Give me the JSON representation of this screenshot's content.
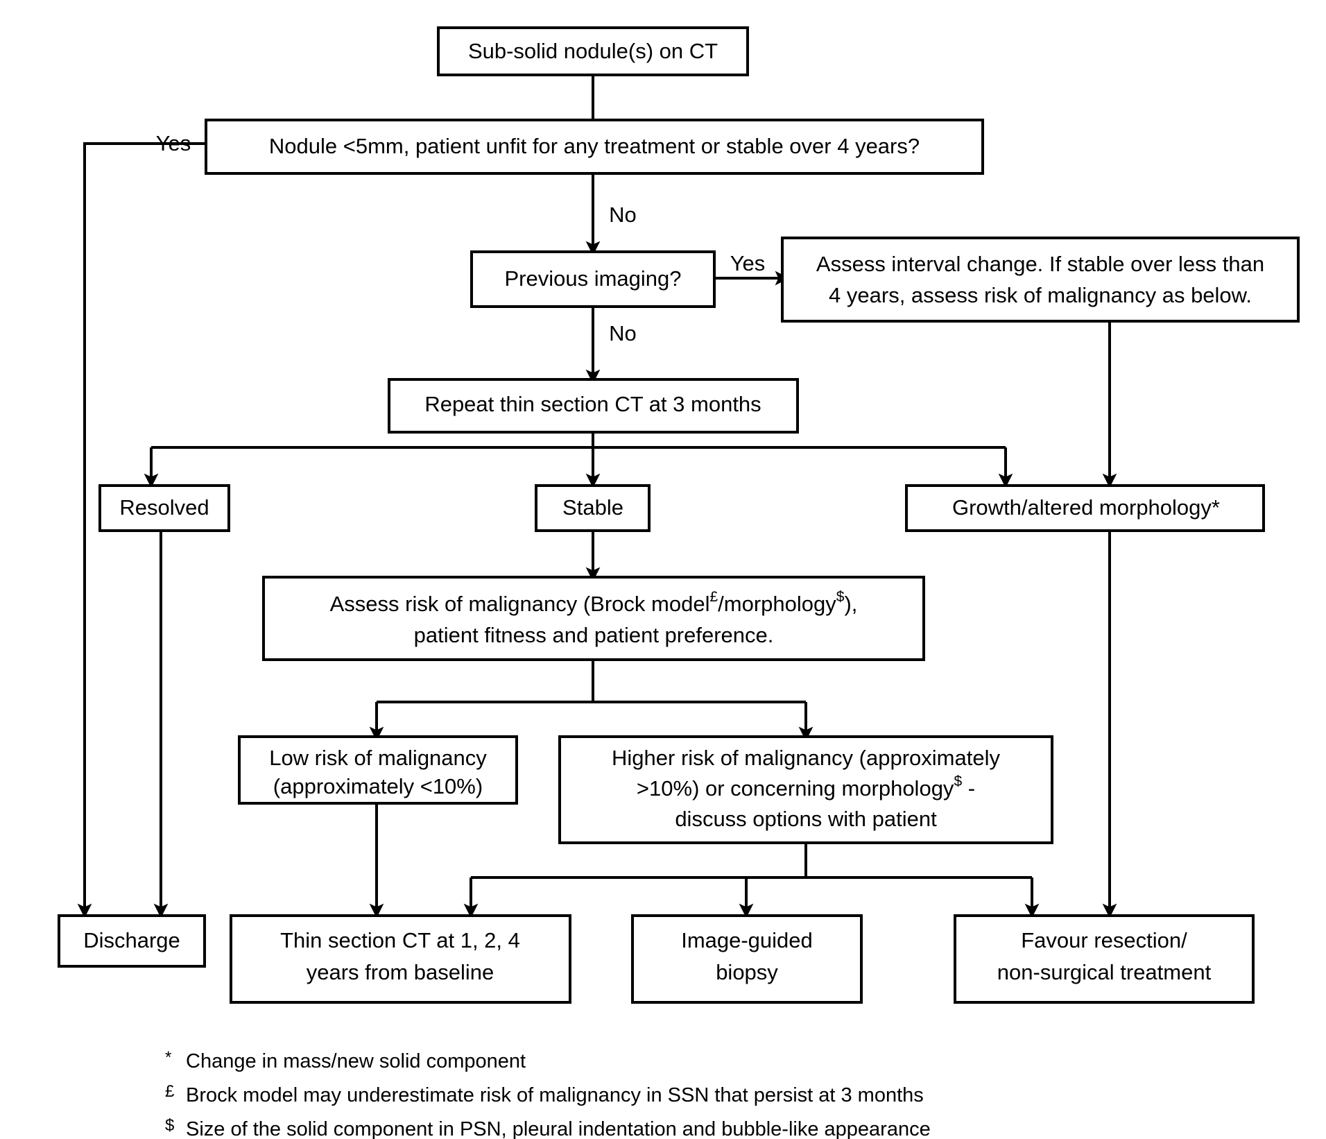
{
  "diagram": {
    "title": "Sub-solid nodule management flowchart",
    "accent_color": "#000000",
    "background_color": "#ffffff"
  },
  "nodes": {
    "start": {
      "label": "Sub-solid nodule(s) on CT"
    },
    "decision_unfit": {
      "label": "Nodule <5mm, patient unfit for any treatment or stable over 4 years?"
    },
    "decision_previous_imaging": {
      "label": "Previous imaging?"
    },
    "assess_interval": {
      "line1": "Assess interval change. If stable over less than",
      "line2": "4 years,  assess risk of malignancy as below."
    },
    "repeat_ct": {
      "label": "Repeat thin section CT at 3 months"
    },
    "resolved": {
      "label": "Resolved"
    },
    "stable": {
      "label": "Stable"
    },
    "growth": {
      "label": "Growth/altered morphology*"
    },
    "assess_risk": {
      "line1_a": "Assess risk  of malignancy (Brock  model",
      "line1_sup1": "£",
      "line1_b": "/morphology",
      "line1_sup2": "$",
      "line1_c": "),",
      "line2": "patient fitness and patient preference."
    },
    "low_risk": {
      "line1": "Low risk of malignancy",
      "line2": "(approximately <10%)"
    },
    "higher_risk": {
      "line1": "Higher risk of malignancy (approximately",
      "line2_a": ">10%) or concerning morphology",
      "line2_sup": "$",
      "line2_b": " -",
      "line3": "discuss options with patient"
    },
    "discharge": {
      "label": "Discharge"
    },
    "surveillance": {
      "line1": "Thin section CT at 1, 2, 4",
      "line2": "years from baseline"
    },
    "biopsy": {
      "line1": "Image-guided",
      "line2": "biopsy"
    },
    "resection": {
      "line1": "Favour resection/",
      "line2": "non-surgical treatment"
    }
  },
  "edge_labels": {
    "unfit_yes": "Yes",
    "unfit_no": "No",
    "previous_imaging_yes": "Yes",
    "previous_imaging_no": "No"
  },
  "footnotes": [
    {
      "marker": "*",
      "text": "Change in mass/new solid component"
    },
    {
      "marker": "£",
      "text": "Brock model may underestimate risk  of malignancy in SSN that persist at 3 months"
    },
    {
      "marker": "$",
      "text": "Size of the solid component in PSN, pleural indentation and bubble-like appearance"
    }
  ]
}
